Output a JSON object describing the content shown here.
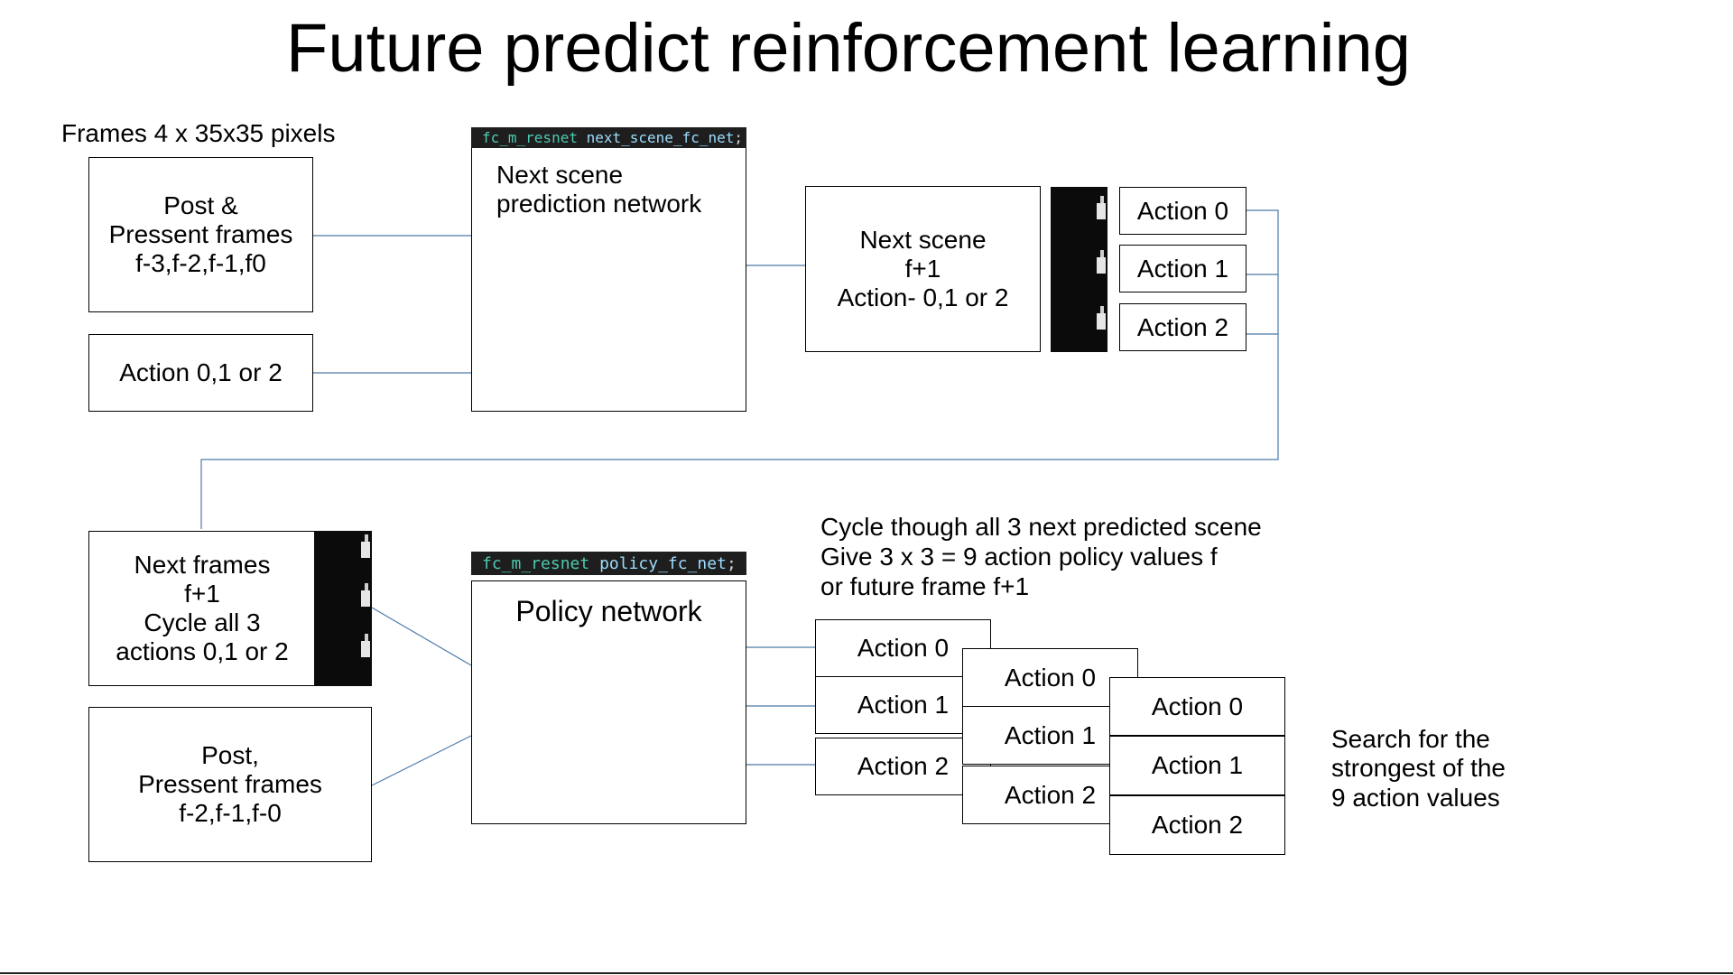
{
  "title": "Future predict reinforcement learning",
  "frames_label": "Frames 4 x 35x35 pixels",
  "top": {
    "input_frames": "Post &\nPressent frames\nf-3,f-2,f-1,f0",
    "input_action": "Action 0,1 or 2",
    "code": {
      "type": "fc_m_resnet",
      "name": "next_scene_fc_net",
      "end": ";"
    },
    "network_label": "Next scene\nprediction network",
    "next_scene": "Next scene\nf+1\nAction- 0,1 or 2",
    "actions": [
      "Action 0",
      "Action 1",
      "Action 2"
    ]
  },
  "bottom": {
    "next_frames": "Next frames\nf+1\nCycle all 3\nactions 0,1 or 2",
    "past_frames": "Post,\nPressent  frames\nf-2,f-1,f-0",
    "code": {
      "type": "fc_m_resnet",
      "name": "policy_fc_net",
      "end": ";"
    },
    "network_label": "Policy network",
    "cycle_note": [
      "Cycle though all 3 next predicted scene",
      "Give 3 x 3 = 9 action policy values f",
      "or future frame f+1"
    ],
    "action_columns": [
      [
        "Action 0",
        "Action 1",
        "Action 2"
      ],
      [
        "Action 0",
        "Action 1",
        "Action 2"
      ],
      [
        "Action 0",
        "Action 1",
        "Action 2"
      ]
    ],
    "search_note": [
      "Search for the",
      "strongest of the",
      "9 action values"
    ]
  },
  "colors": {
    "node_fill": "#6f97cb",
    "node_stroke": "#4f77ab",
    "connector": "#4a7aa8",
    "code_bg": "#1e1e1e"
  }
}
